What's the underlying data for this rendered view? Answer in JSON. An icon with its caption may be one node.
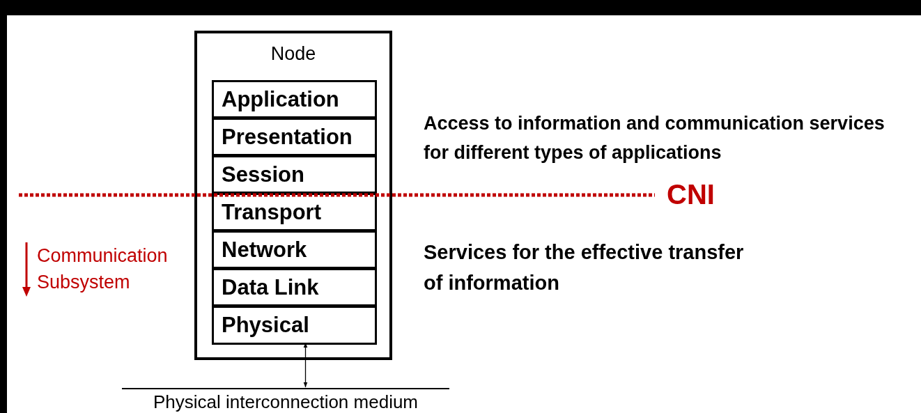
{
  "diagram": {
    "nodes": [
      {
        "text": [
          "Node"
        ]
      },
      {
        "text": [
          "Application"
        ],
        "in": 0
      },
      {
        "text": [
          "Presentation"
        ],
        "in": 0
      },
      {
        "text": [
          "Session"
        ],
        "in": 0
      },
      {
        "text": [
          "Transport"
        ],
        "in": 0
      },
      {
        "text": [
          "Network"
        ],
        "in": 0
      },
      {
        "text": [
          "Data Link"
        ],
        "in": 0
      },
      {
        "text": [
          "Physical"
        ],
        "in": 0
      },
      {
        "text": [
          "Physical interconnection medium"
        ]
      }
    ],
    "edges": [
      {
        "from": 7,
        "to": 8,
        "arrow": "both"
      }
    ],
    "labels": [
      "Access to information and communication services for different types of applications",
      "CNI",
      "Services for the effective transfer of information",
      "Communication Subsystem"
    ]
  }
}
